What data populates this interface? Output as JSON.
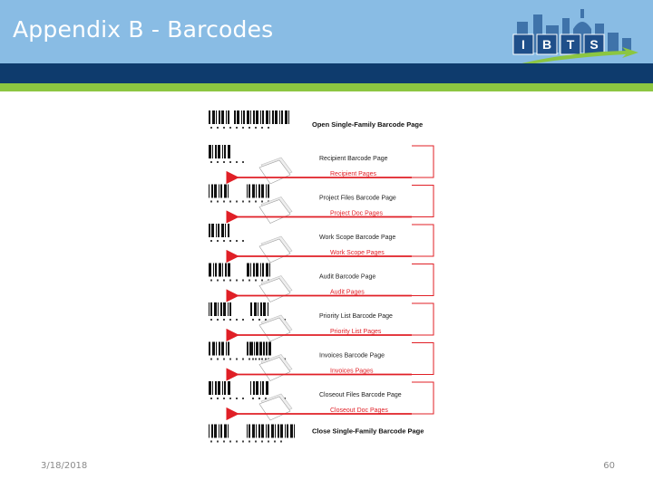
{
  "slide": {
    "title": "Appendix B - Barcodes",
    "footer_date": "3/18/2018",
    "page_number": "60"
  },
  "logo": {
    "letters": [
      "I",
      "B",
      "T",
      "S"
    ]
  },
  "figure": {
    "open_label": "Open Single-Family Barcode Page",
    "close_label": "Close Single-Family Barcode Page",
    "rows": [
      {
        "barcode_label": "Recipient Barcode Page",
        "pages_label": "Recipient Pages"
      },
      {
        "barcode_label": "Project Files Barcode Page",
        "pages_label": "Project Doc Pages"
      },
      {
        "barcode_label": "Work Scope Barcode Page",
        "pages_label": "Work Scope Pages"
      },
      {
        "barcode_label": "Audit Barcode Page",
        "pages_label": "Audit Pages"
      },
      {
        "barcode_label": "Priority List Barcode Page",
        "pages_label": "Priority List Pages"
      },
      {
        "barcode_label": "Invoices Barcode Page",
        "pages_label": "Invoices Pages"
      },
      {
        "barcode_label": "Closeout Files Barcode Page",
        "pages_label": "Closeout Doc Pages"
      }
    ]
  },
  "colors": {
    "header_sky": "#89bce4",
    "header_navy": "#0e3b6d",
    "accent_green": "#8cc641",
    "arrow_red": "#e01f26"
  }
}
